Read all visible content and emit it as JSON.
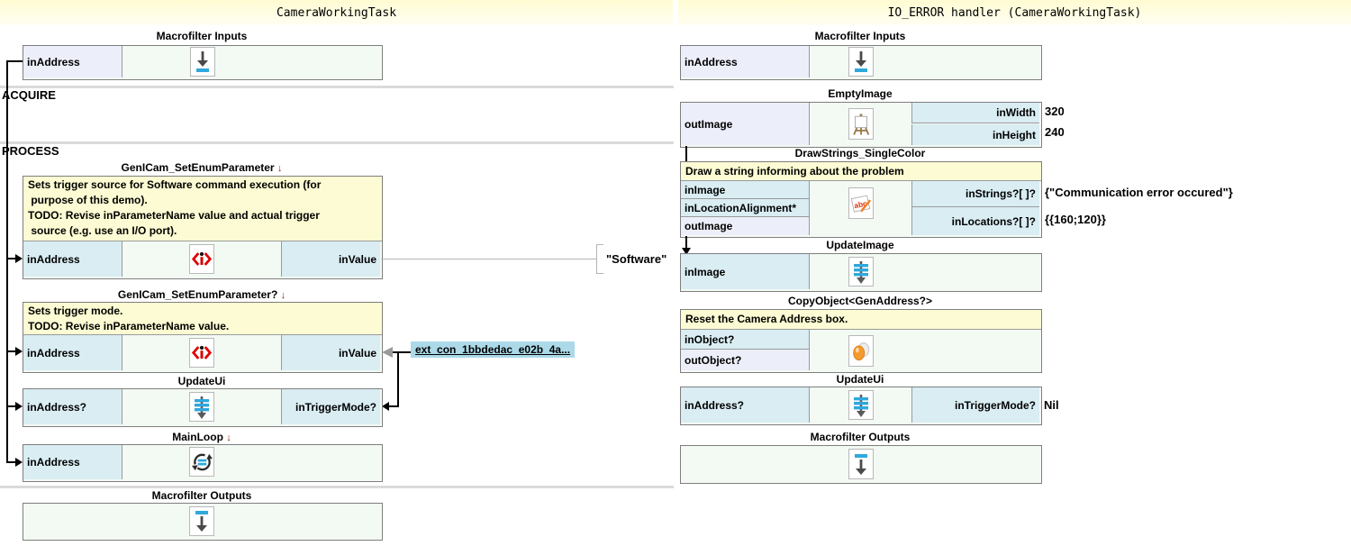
{
  "headers": {
    "left": "CameraWorkingTask",
    "right": "IO_ERROR handler (CameraWorkingTask)"
  },
  "glyphs": {
    "instance_arrow": "↓"
  },
  "left_panel": {
    "sections": {
      "acquire": "ACQUIRE",
      "process": "PROCESS"
    },
    "inputs": {
      "title": "Macrofilter Inputs",
      "port": "inAddress"
    },
    "gen1": {
      "title": "GenICam_SetEnumParameter",
      "comment": [
        "Sets trigger source for Software command execution (for",
        " purpose of this demo).",
        "TODO: Revise inParameterName value and actual trigger",
        " source (e.g. use an I/O port)."
      ],
      "port_in": "inAddress",
      "port_value": "inValue",
      "value": "\"Software\""
    },
    "gen2": {
      "title": "GenICam_SetEnumParameter?",
      "comment": [
        "Sets trigger mode.",
        "TODO: Revise inParameterName value."
      ],
      "port_in": "inAddress",
      "port_value": "inValue",
      "ext_label": "ext_con_1bbdedac_e02b_4a..."
    },
    "update_ui": {
      "title": "UpdateUi",
      "port_in": "inAddress?",
      "port_right": "inTriggerMode?"
    },
    "main_loop": {
      "title": "MainLoop",
      "port_in": "inAddress"
    },
    "outputs": {
      "title": "Macrofilter Outputs"
    }
  },
  "right_panel": {
    "inputs": {
      "title": "Macrofilter Inputs",
      "port": "inAddress"
    },
    "empty_image": {
      "title": "EmptyImage",
      "port_out": "outImage",
      "param1_label": "inWidth",
      "param1_value": "320",
      "param2_label": "inHeight",
      "param2_value": "240"
    },
    "draw_strings": {
      "title": "DrawStrings_SingleColor",
      "comment": "Draw a string informing about the problem",
      "port1": "inImage",
      "port2": "inLocationAlignment*",
      "port3": "outImage",
      "param1_label": "inStrings?[ ]?",
      "param1_value": "{\"Communication error occured\"}",
      "param2_label": "inLocations?[ ]?",
      "param2_value": "{{160;120}}"
    },
    "update_image": {
      "title": "UpdateImage",
      "port_in": "inImage"
    },
    "copy_object": {
      "title": "CopyObject<GenAddress?>",
      "comment": "Reset the Camera Address box.",
      "port1": "inObject?",
      "port2": "outObject?"
    },
    "update_ui": {
      "title": "UpdateUi",
      "port_in": "inAddress?",
      "port_right": "inTriggerMode?",
      "value": "Nil"
    },
    "outputs": {
      "title": "Macrofilter Outputs"
    }
  },
  "icons": {
    "macrofilter_input": "arrow-down-into-bar",
    "macrofilter_output": "arrow-down-from-bar",
    "update": "blue-bars-with-down-arrow",
    "genicam_parameter": "<i>",
    "main_loop": "circular-arrows",
    "empty_image": "easel",
    "draw_strings": "abc-with-pencil",
    "copy_object": "two-eggs"
  },
  "colors": {
    "accent_blue": "#2FA8DC",
    "icon_red": "#E00000",
    "header_bg": "#FFFCD2",
    "comment_bg": "#FCFBD3",
    "input_port_bg": "#D9EDF3",
    "output_port_bg": "#ECEEF9",
    "block_bg": "#F3FAF3",
    "ext_label_bg": "#ACD9E8",
    "link_arrow_color": "#8B2500"
  }
}
